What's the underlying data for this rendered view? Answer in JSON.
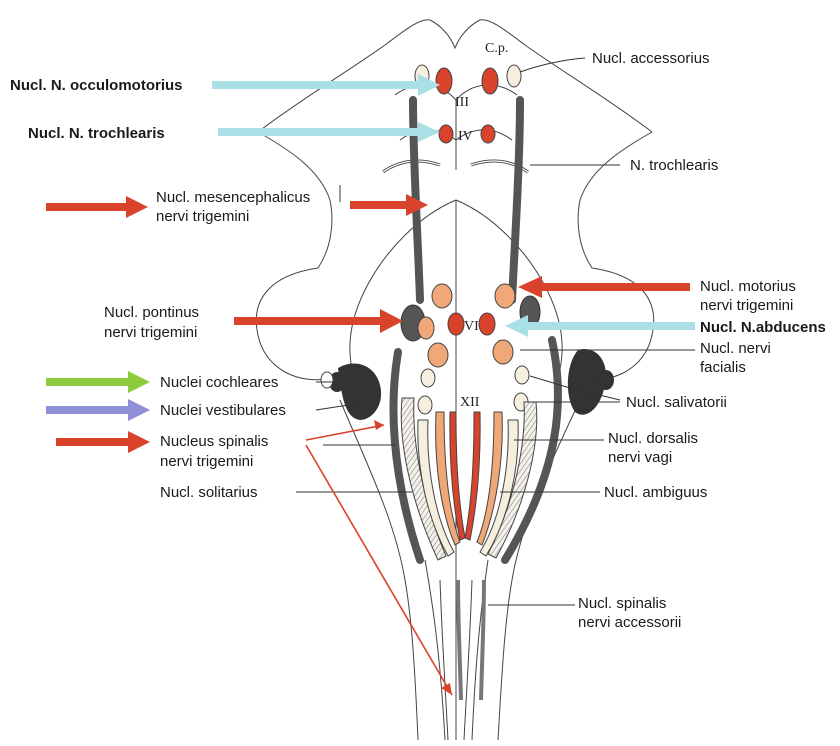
{
  "colors": {
    "motor_red": "#d9432c",
    "sensory_orange": "#f0a878",
    "cream": "#f6efe0",
    "dark_nucleus": "#4a4a4a",
    "arrow_red": "#d9432c",
    "arrow_cyan": "#a9e0e6",
    "arrow_green": "#8dcc3c",
    "arrow_purple": "#8f8ed6",
    "line": "#444444"
  },
  "figure": {
    "cp": "C.p.",
    "roman_iii": "III",
    "roman_iv": "IV",
    "roman_vi": "VI",
    "roman_xii": "XII"
  },
  "labels": {
    "occulomotorius": "Nucl. N. occulomotorius",
    "trochlearis_nucl": "Nucl. N. trochlearis",
    "mesencephalicus_1": "Nucl. mesencephalicus",
    "mesencephalicus_2": "nervi trigemini",
    "pontinus_1": "Nucl. pontinus",
    "pontinus_2": "nervi trigemini",
    "cochleares": "Nuclei cochleares",
    "vestibulares": "Nuclei vestibulares",
    "spinalis_trig_1": "Nucleus spinalis",
    "spinalis_trig_2": "nervi trigemini",
    "solitarius": "Nucl. solitarius",
    "accessorius": "Nucl. accessorius",
    "n_trochlearis": "N. trochlearis",
    "motorius_1": "Nucl. motorius",
    "motorius_2": "nervi trigemini",
    "abducens": "Nucl. N.abducens",
    "facialis_1": "Nucl. nervi",
    "facialis_2": "facialis",
    "salivatorii": "Nucl. salivatorii",
    "dorsalis_1": "Nucl. dorsalis",
    "dorsalis_2": "nervi vagi",
    "ambiguus": "Nucl. ambiguus",
    "spin_access_1": "Nucl. spinalis",
    "spin_access_2": "nervi accessorii"
  }
}
